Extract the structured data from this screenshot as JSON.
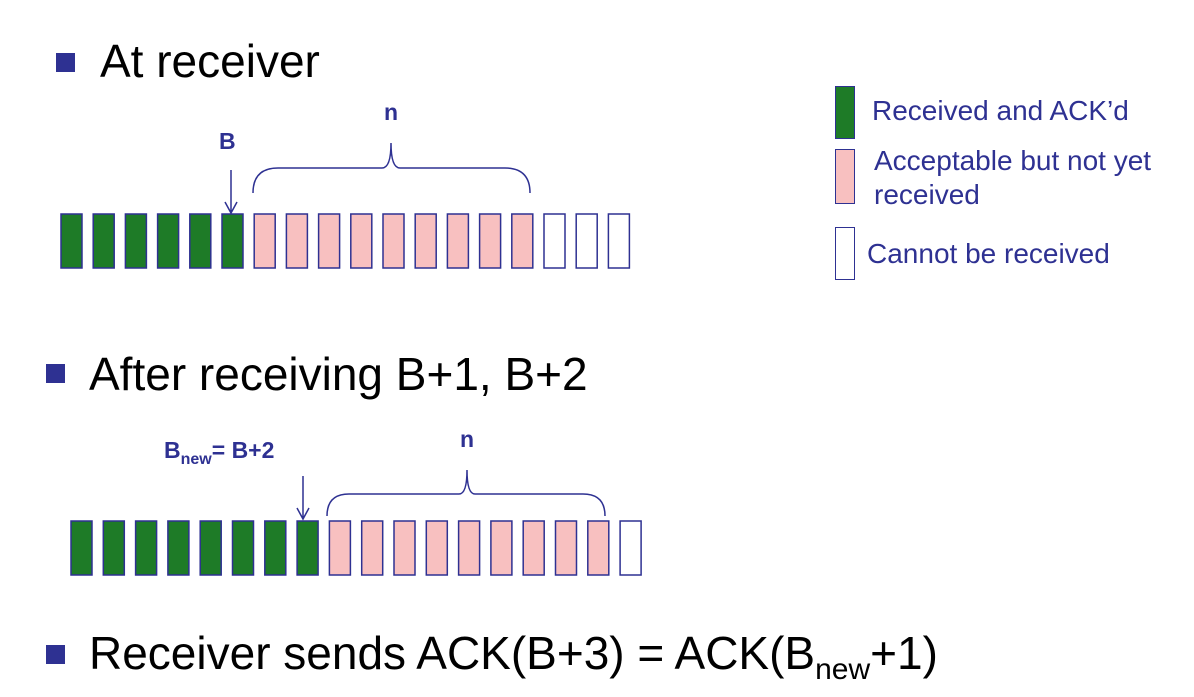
{
  "headings": {
    "h1": "At receiver",
    "h2": "After receiving B+1, B+2",
    "h3_main": "Receiver sends ACK(B+3) = ACK(B",
    "h3_sub": "new",
    "h3_tail": "+1)"
  },
  "diagram1": {
    "pointer_label": "B",
    "window_label": "n",
    "slots": [
      "acked",
      "acked",
      "acked",
      "acked",
      "acked",
      "acked",
      "acceptable",
      "acceptable",
      "acceptable",
      "acceptable",
      "acceptable",
      "acceptable",
      "acceptable",
      "acceptable",
      "acceptable",
      "cannot",
      "cannot",
      "cannot"
    ]
  },
  "diagram2": {
    "pointer_label_main": "B",
    "pointer_label_sub": "new",
    "pointer_label_tail": "= B+2",
    "window_label": "n",
    "slots": [
      "acked",
      "acked",
      "acked",
      "acked",
      "acked",
      "acked",
      "acked",
      "acked",
      "acceptable",
      "acceptable",
      "acceptable",
      "acceptable",
      "acceptable",
      "acceptable",
      "acceptable",
      "acceptable",
      "acceptable",
      "cannot"
    ]
  },
  "legend": {
    "received": "Received and ACK’d",
    "acceptable": "Acceptable but not yet received",
    "cannot": "Cannot be received"
  },
  "colors": {
    "acked": "#1e7b27",
    "acceptable": "#f8c0c0",
    "cannot": "#ffffff",
    "stroke": "#2e3192",
    "text_blue": "#2e3192"
  }
}
